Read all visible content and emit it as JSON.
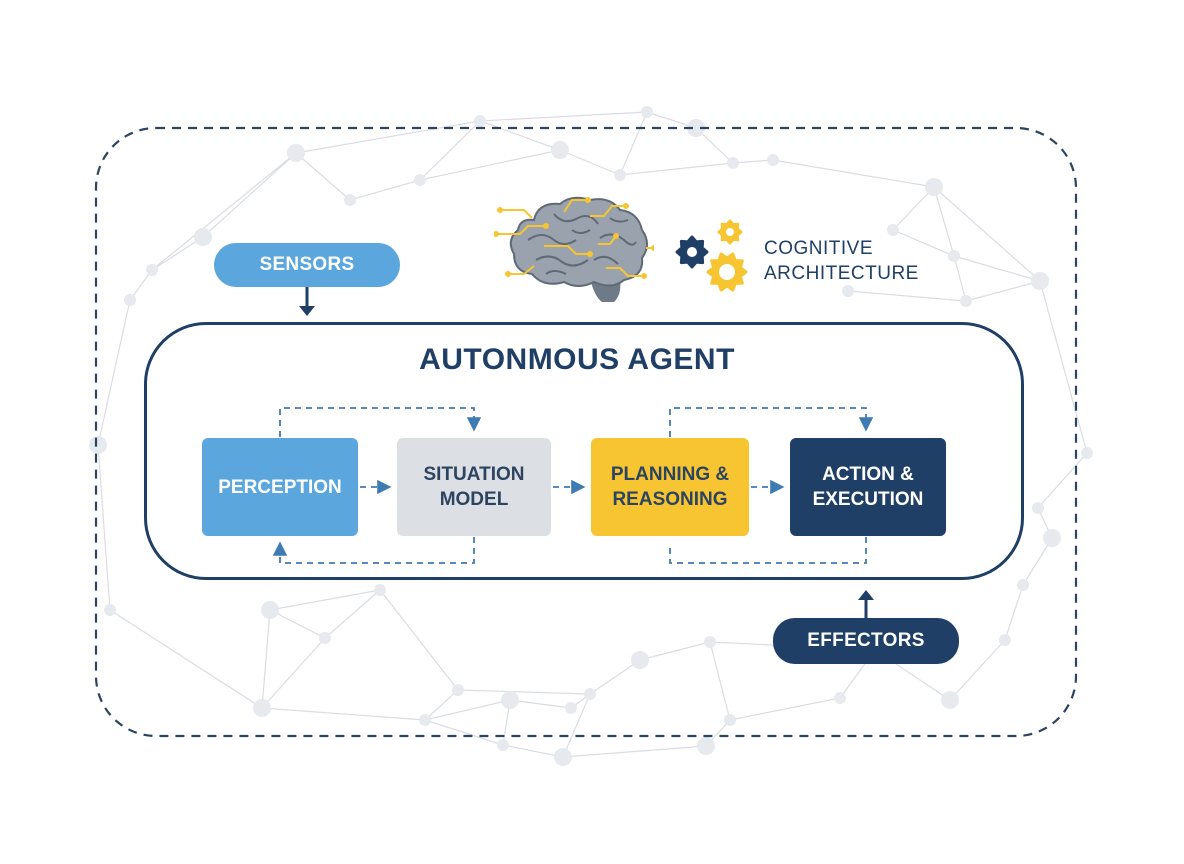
{
  "diagram": {
    "sensors_label": "SENSORS",
    "effectors_label": "EFFECTORS",
    "agent_title": "AUTONMOUS AGENT",
    "cognitive_line1": "COGNITIVE",
    "cognitive_line2": "ARCHITECTURE",
    "stages": {
      "perception": "PERCEPTION",
      "situation_line1": "SITUATION",
      "situation_line2": "MODEL",
      "planning_line1": "PLANNING &",
      "planning_line2": "REASONING",
      "action_line1": "ACTION &",
      "action_line2": "EXECUTION"
    }
  },
  "icons": {
    "brain": "brain-icon",
    "gears": "gears-icon"
  },
  "colors": {
    "navy": "#1f3f66",
    "sky_blue": "#5aa6dd",
    "light_gray": "#dcdfe3",
    "gold": "#f6c531",
    "network_gray": "#d9dde2"
  }
}
